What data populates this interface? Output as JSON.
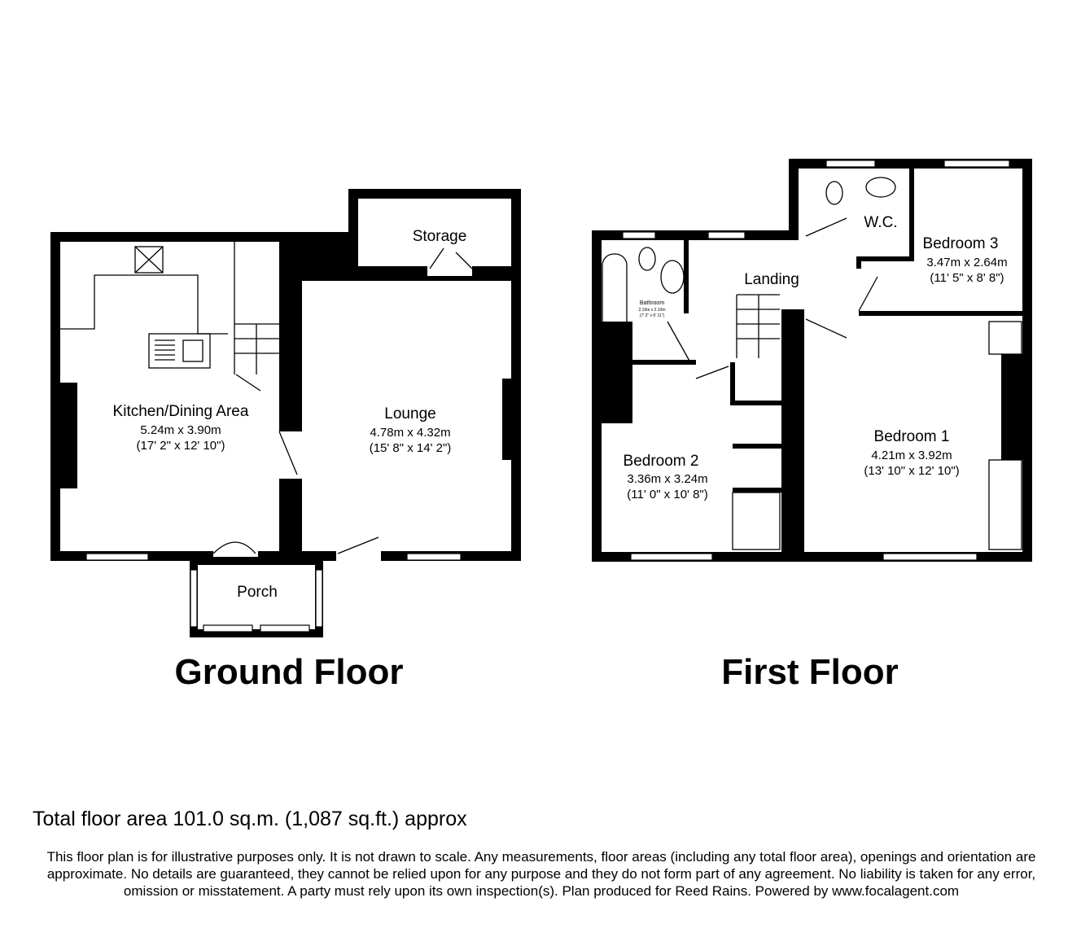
{
  "ground_floor": {
    "title": "Ground Floor",
    "rooms": [
      {
        "name": "Kitchen/Dining Area",
        "metric": "5.24m x 3.90m",
        "imperial": "(17' 2\" x 12' 10\")"
      },
      {
        "name": "Lounge",
        "metric": "4.78m x 4.32m",
        "imperial": "(15' 8\" x 14' 2\")"
      },
      {
        "name": "Storage"
      },
      {
        "name": "Porch"
      }
    ]
  },
  "first_floor": {
    "title": "First Floor",
    "rooms": [
      {
        "name": "Bedroom 1",
        "metric": "4.21m x 3.92m",
        "imperial": "(13' 10\" x 12' 10\")"
      },
      {
        "name": "Bedroom 2",
        "metric": "3.36m x 3.24m",
        "imperial": "(11' 0\" x 10' 8\")"
      },
      {
        "name": "Bedroom 3",
        "metric": "3.47m x 2.64m",
        "imperial": "(11' 5\" x 8' 8\")"
      },
      {
        "name": "Bathroom",
        "metric": "2.19m x 2.10m",
        "imperial": "(7' 2\" x 6' 11\")"
      },
      {
        "name": "Landing"
      },
      {
        "name": "W.C."
      }
    ]
  },
  "footer": {
    "total_area": "Total floor area 101.0 sq.m. (1,087 sq.ft.) approx",
    "disclaimer": "This floor plan is for illustrative purposes only. It is not drawn to scale. Any measurements, floor areas (including any total floor area), openings and orientation are approximate. No details are guaranteed, they cannot be relied upon for any purpose and they do not form part of any agreement. No liability is taken for any error, omission or misstatement. A party must rely upon its own inspection(s). Plan produced for Reed Rains. Powered by www.focalagent.com"
  }
}
